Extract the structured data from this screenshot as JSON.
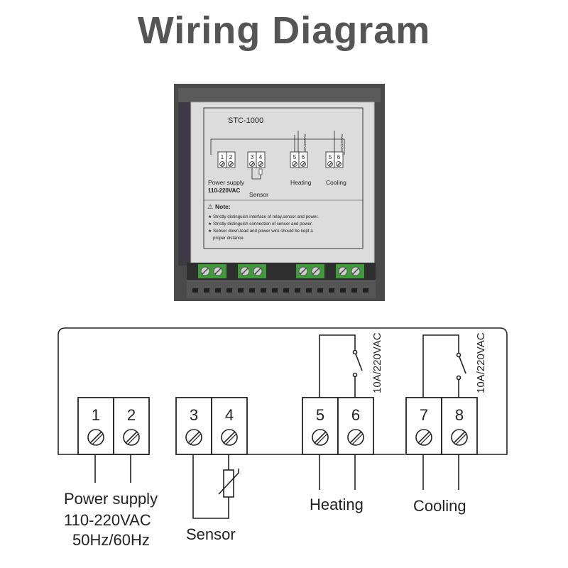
{
  "title": "Wiring Diagram",
  "device": {
    "model": "STC-1000",
    "terminal_numbers": [
      "1",
      "2",
      "3",
      "4",
      "5",
      "6",
      "5",
      "6"
    ],
    "relay_rating": "10A/220VAC",
    "labels": {
      "power_supply": "Power supply",
      "voltage": "110-220VAC",
      "sensor": "Sensor",
      "heating": "Heating",
      "cooling": "Cooling"
    },
    "note_title": "Note:",
    "notes": [
      "Strictly distinguish interface of relay,sensor and power.",
      "Strictly distinguish connection of sensor and power.",
      "Sebsor down-lead and power wire should be kept a",
      "proper distance."
    ]
  },
  "diagram": {
    "terminals": [
      "1",
      "2",
      "3",
      "4",
      "5",
      "6",
      "7",
      "8"
    ],
    "relay_rating": "10A/220VAC",
    "labels": {
      "power_supply": "Power supply",
      "voltage": "110-220VAC",
      "frequency": "50Hz/60Hz",
      "sensor": "Sensor",
      "heating": "Heating",
      "cooling": "Cooling"
    }
  },
  "colors": {
    "title": "#555555",
    "housing": "#4a4a4a",
    "label": "#d9d9d9",
    "connector": "#3f9a3a",
    "line": "#222222"
  }
}
